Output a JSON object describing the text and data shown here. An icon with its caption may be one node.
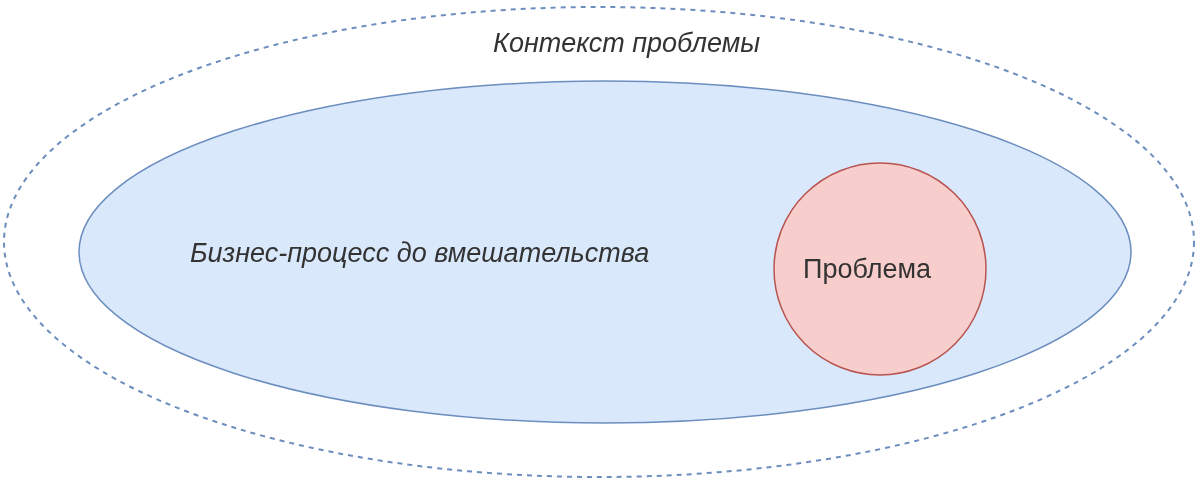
{
  "diagram": {
    "nodes": [
      {
        "text": [
          "Контекст проблемы"
        ]
      },
      {
        "text": [
          "Бизнес-процесс до вмешательства"
        ],
        "in": 0
      },
      {
        "text": [
          "Проблема"
        ],
        "in": 1
      }
    ]
  }
}
